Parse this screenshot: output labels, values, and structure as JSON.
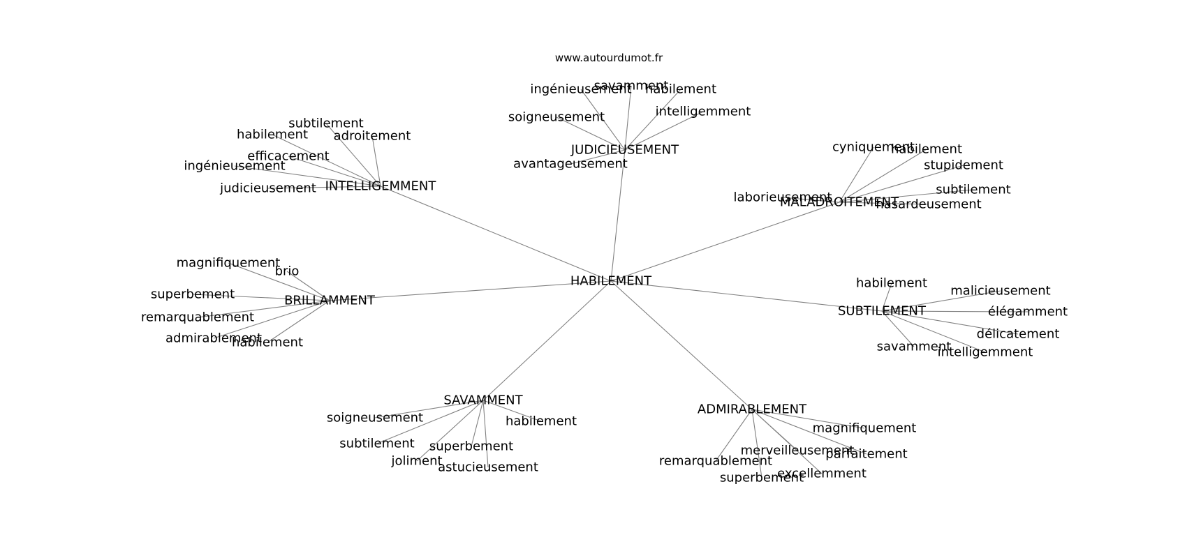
{
  "credit": "www.autourdumot.fr",
  "center": "HABILEMENT",
  "groups": [
    {
      "word": "JUDICIEUSEMENT",
      "leaves": [
        "ingénieusement",
        "savamment",
        "habilement",
        "soigneusement",
        "intelligemment",
        "avantageusement"
      ]
    },
    {
      "word": "INTELLIGEMMENT",
      "leaves": [
        "subtilement",
        "habilement",
        "adroitement",
        "efficacement",
        "ingénieusement",
        "judicieusement"
      ]
    },
    {
      "word": "MALADROITEMENT",
      "leaves": [
        "cyniquement",
        "habilement",
        "stupidement",
        "subtilement",
        "laborieusement",
        "hasardeusement"
      ]
    },
    {
      "word": "BRILLAMMENT",
      "leaves": [
        "magnifiquement",
        "brio",
        "superbement",
        "remarquablement",
        "admirablement",
        "habilement"
      ]
    },
    {
      "word": "SUBTILEMENT",
      "leaves": [
        "habilement",
        "malicieusement",
        "élégamment",
        "délicatement",
        "savamment",
        "intelligemment"
      ]
    },
    {
      "word": "SAVAMMENT",
      "leaves": [
        "soigneusement",
        "habilement",
        "subtilement",
        "superbement",
        "joliment",
        "astucieusement"
      ]
    },
    {
      "word": "ADMIRABLEMENT",
      "leaves": [
        "magnifiquement",
        "merveilleusement",
        "parfaitement",
        "remarquablement",
        "excellemment",
        "superbement"
      ]
    }
  ]
}
